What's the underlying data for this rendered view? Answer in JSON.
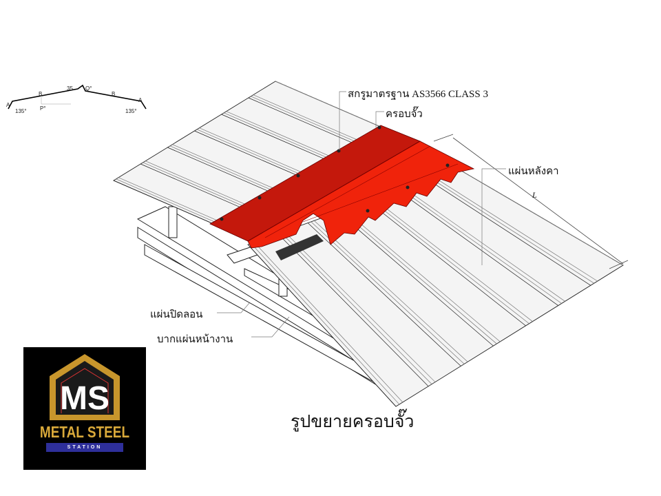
{
  "profile": {
    "a_left": "A",
    "a_right": "A",
    "b_left": "B",
    "b_right": "B",
    "angle_top": "35",
    "angle_q": "Q°",
    "angle_p": "P°",
    "angle_left": "135°",
    "angle_right": "135°"
  },
  "labels": {
    "screw": "สกรูมาตรฐาน AS3566 CLASS 3",
    "ridge_cap": "ครอบจั๊ว",
    "roof_sheet": "แผ่นหลังคา",
    "closure": "แผ่นปิดลอน",
    "flashing": "บากแผ่นหน้างาน",
    "length": "L"
  },
  "title": "รูปขยายครอบจั๊ว",
  "logo": {
    "mark": "MS",
    "name": "METAL STEEL",
    "sub": "STATION"
  },
  "colors": {
    "cap": "#e8200a",
    "cap_dark": "#b01a0a",
    "gold": "#d9a93a",
    "band": "#2e2f9a"
  }
}
